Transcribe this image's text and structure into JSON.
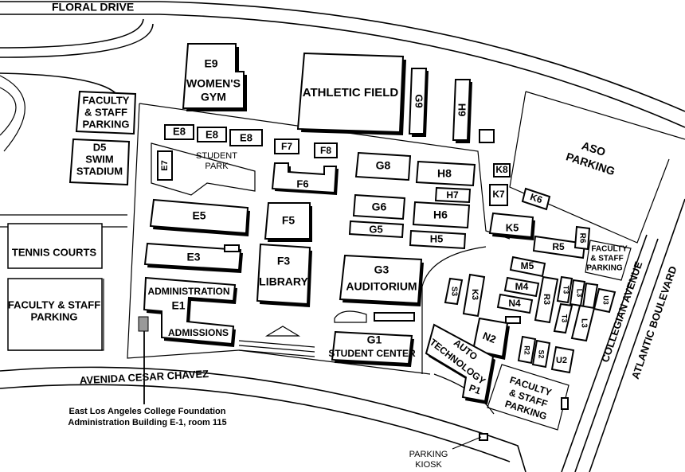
{
  "streets": {
    "floral": "FLORAL DRIVE",
    "cesar_chavez": "AVENIDA CESAR CHAVEZ",
    "collegian": "COLLEGIAN AVENUE",
    "atlantic": "ATLANTIC BOULEVARD"
  },
  "buildings": {
    "e9_code": "E9",
    "e9_name": [
      "WOMEN'S",
      "GYM"
    ],
    "athletic_field": "ATHLETIC FIELD",
    "g9": "G9",
    "h9": "H9",
    "faculty_parking_nw": [
      "FACULTY",
      "& STAFF",
      "PARKING"
    ],
    "d5": [
      "D5",
      "SWIM",
      "STADIUM"
    ],
    "e8": "E8",
    "e7": "E7",
    "student_park": [
      "STUDENT",
      "PARK"
    ],
    "f7": "F7",
    "f8": "F8",
    "f6": "F6",
    "g8": "G8",
    "h8": "H8",
    "h7": "H7",
    "g6": "G6",
    "h6": "H6",
    "g5": "G5",
    "h5": "H5",
    "e5": "E5",
    "f5": "F5",
    "e3": "E3",
    "f3_code": "F3",
    "f3_name": "LIBRARY",
    "g3_code": "G3",
    "g3_name": "AUDITORIUM",
    "tennis": "TENNIS COURTS",
    "faculty_parking_w": [
      "FACULTY & STAFF",
      "PARKING"
    ],
    "administration": "ADMINISTRATION",
    "e1": "E1",
    "admissions": "ADMISSIONS",
    "g1_code": "G1",
    "g1_name": "STUDENT CENTER",
    "k8": "K8",
    "k7": "K7",
    "k6": "K6",
    "aso_parking": [
      "ASO",
      "PARKING"
    ],
    "k5": "K5",
    "r5": "R5",
    "r6": "R6",
    "faculty_parking_e": [
      "FACULTY",
      "& STAFF",
      "PARKING"
    ],
    "m5": "M5",
    "m4": "M4",
    "n4": "N4",
    "k3": "K3",
    "s3": "S3",
    "r3": "R3",
    "t3": "T3",
    "l3": "L3",
    "u3": "U3",
    "n2": "N2",
    "r2": "R2",
    "s2": "S2",
    "u2": "U2",
    "auto_tech": [
      "AUTO",
      "TECHNOLOGY"
    ],
    "p1": "P1",
    "faculty_parking_se": [
      "FACULTY",
      "& STAFF",
      "PARKING"
    ]
  },
  "callouts": {
    "foundation": [
      "East Los Angeles College Foundation",
      "Administration Building E-1, room 115"
    ],
    "kiosk": [
      "PARKING",
      "KIOSK"
    ]
  }
}
